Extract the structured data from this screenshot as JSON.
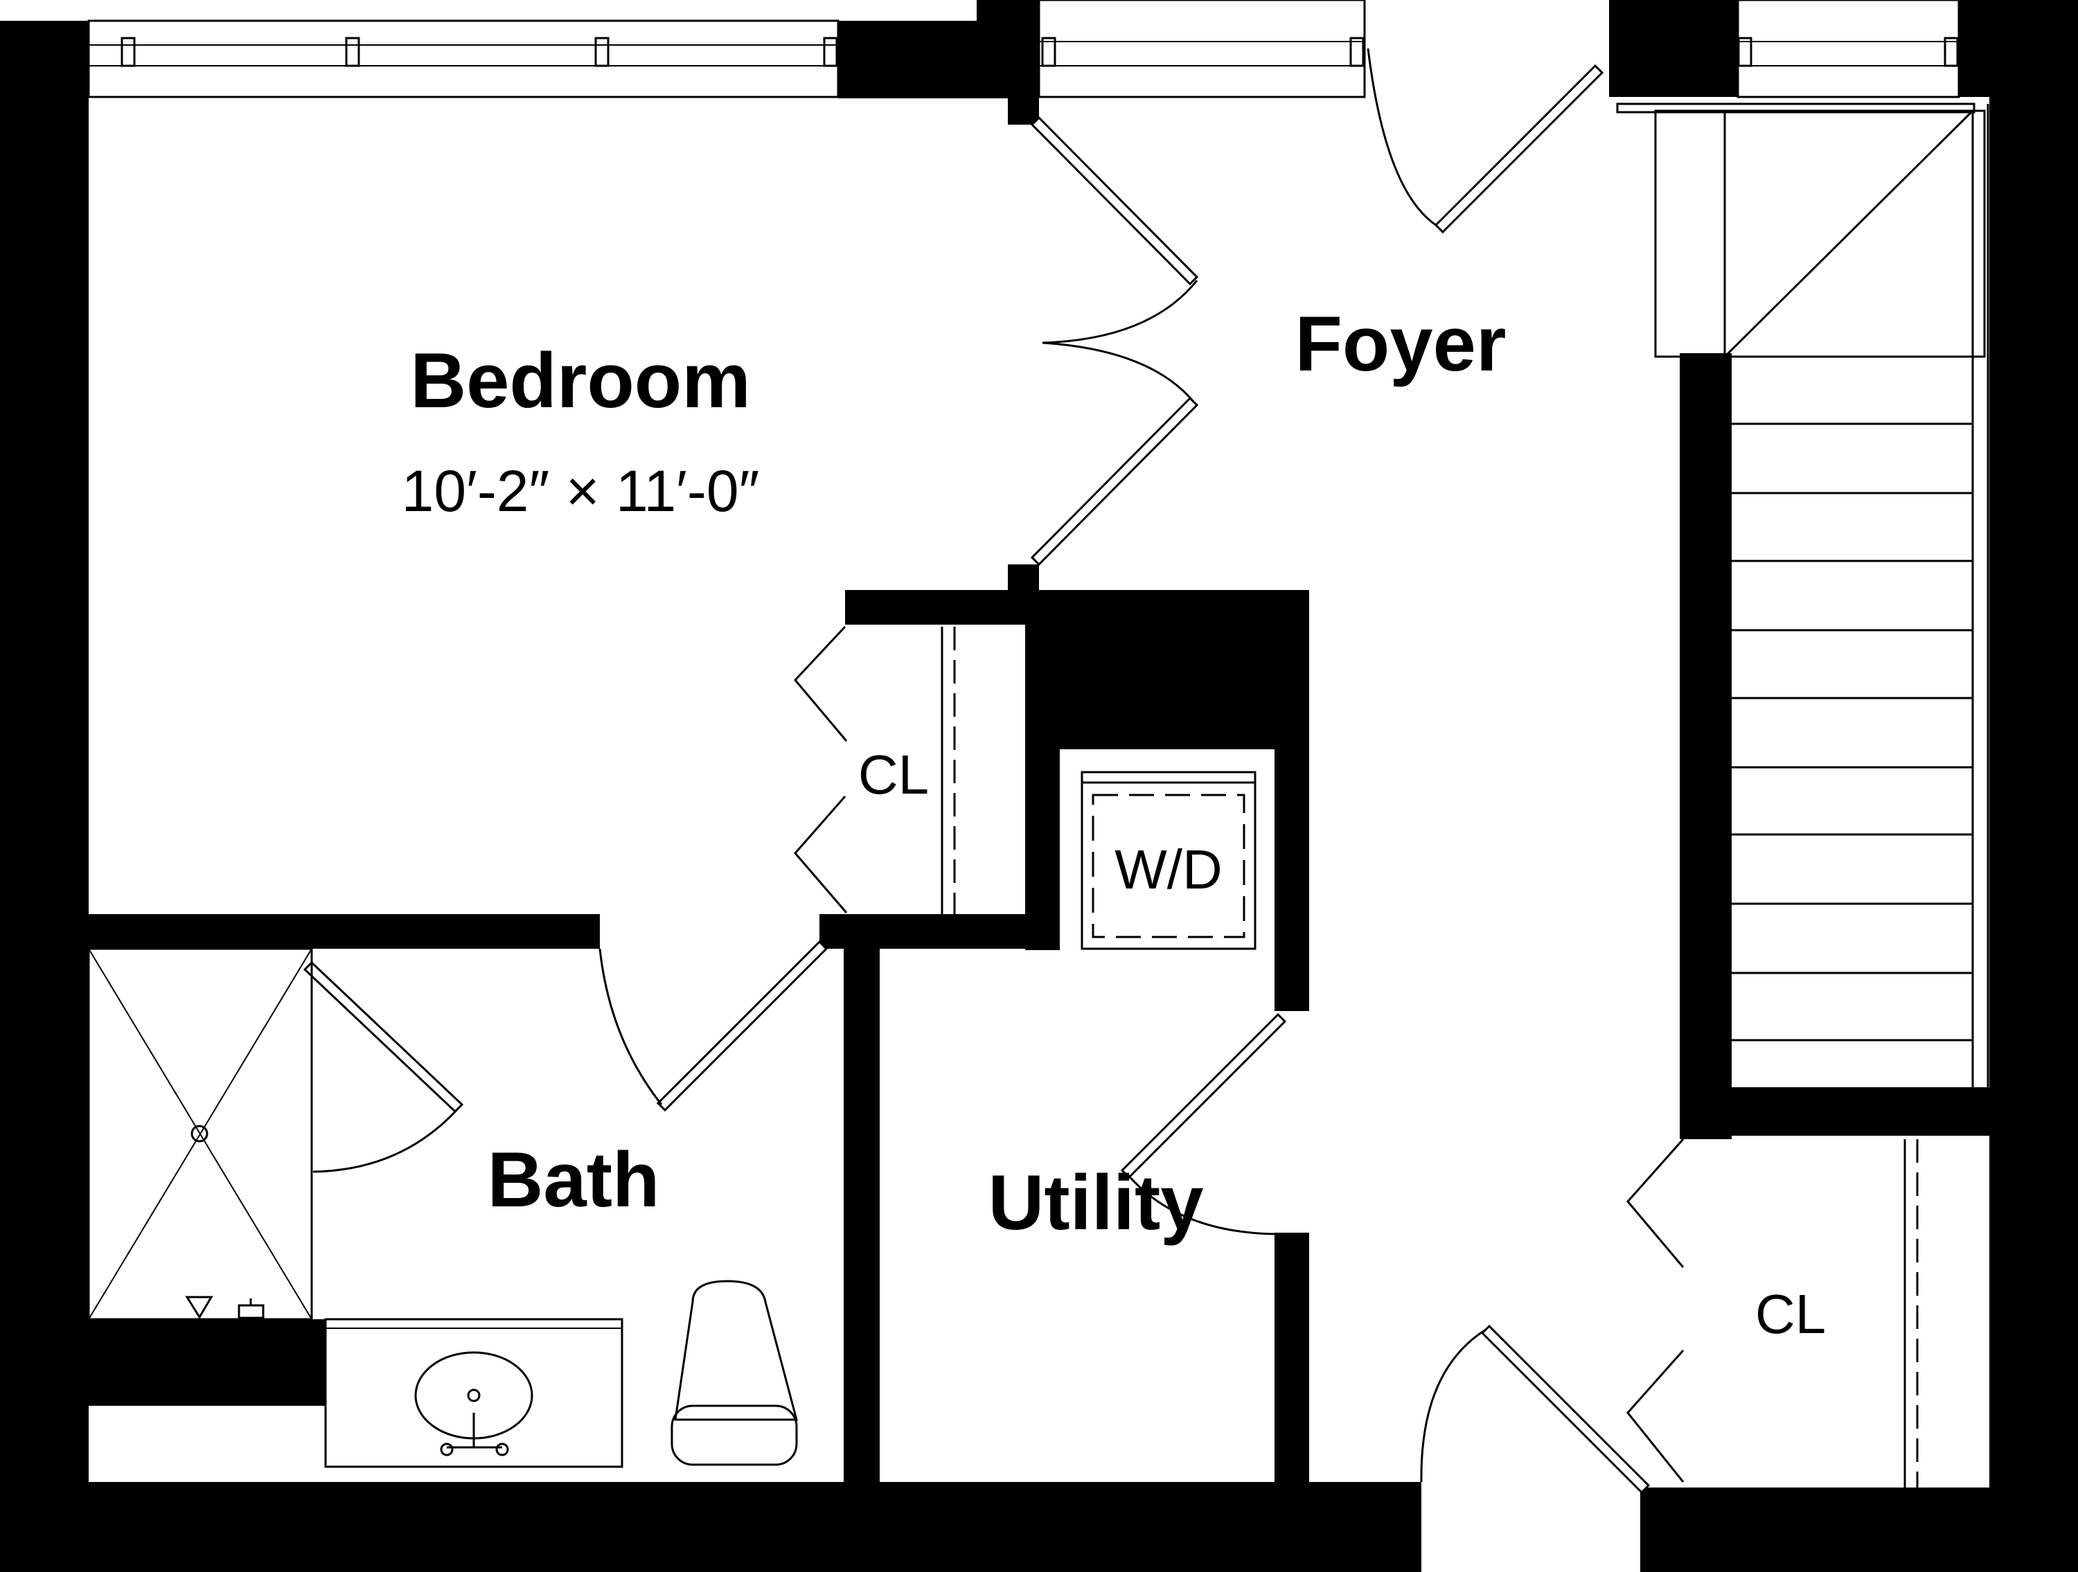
{
  "rooms": {
    "bedroom": {
      "name": "Bedroom",
      "dimensions": "10′-2″ × 11′-0″"
    },
    "foyer": {
      "name": "Foyer"
    },
    "bath": {
      "name": "Bath"
    },
    "utility": {
      "name": "Utility"
    },
    "closet_bedroom": {
      "name": "CL"
    },
    "closet_foyer": {
      "name": "CL"
    },
    "washer_dryer": {
      "name": "W/D"
    }
  },
  "colors": {
    "wall": "#000000",
    "background": "#ffffff"
  }
}
